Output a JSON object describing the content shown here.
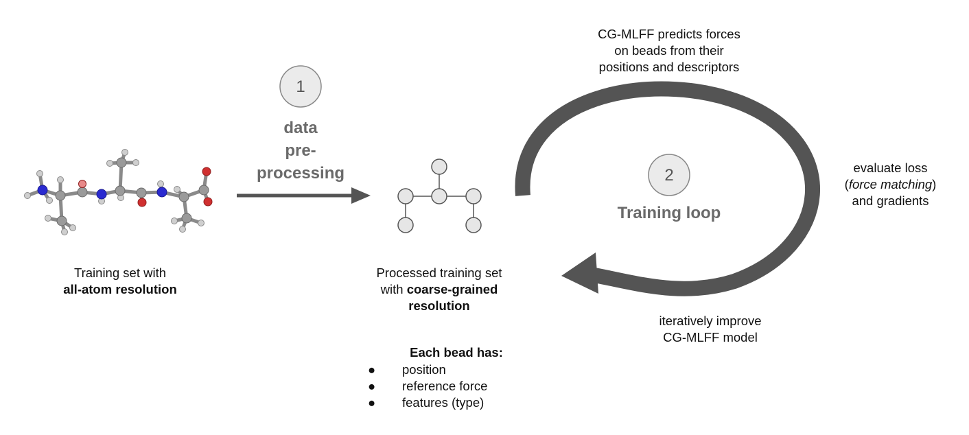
{
  "left_caption": {
    "line1": "Training set with",
    "line2_bold": "all-atom resolution"
  },
  "step1": {
    "number": "1",
    "label_lines": [
      "data",
      "pre-",
      "processing"
    ]
  },
  "middle_caption": {
    "line1": "Processed training set",
    "line2_prefix": "with ",
    "line2_bold": "coarse-grained",
    "line3_bold": "resolution"
  },
  "bead_info": {
    "heading": "Each bead has:",
    "items": [
      "position",
      "reference force",
      "features (type)"
    ]
  },
  "step2": {
    "number": "2",
    "label": "Training loop"
  },
  "loop_top_text": [
    "CG-MLFF predicts forces",
    "on beads from their",
    "positions and descriptors"
  ],
  "loop_right_text": {
    "line1": "evaluate loss",
    "open": "(",
    "italic": "force matching",
    "close": ")",
    "line3": "and gradients"
  },
  "loop_bottom_text": [
    "iteratively improve",
    "CG-MLFF model"
  ],
  "colors": {
    "arrow": "#545454",
    "bead_fill": "#e6e6e6",
    "nitrogen": "#2a2ad0",
    "oxygen": "#d03030",
    "carbon": "#9a9a9a"
  }
}
